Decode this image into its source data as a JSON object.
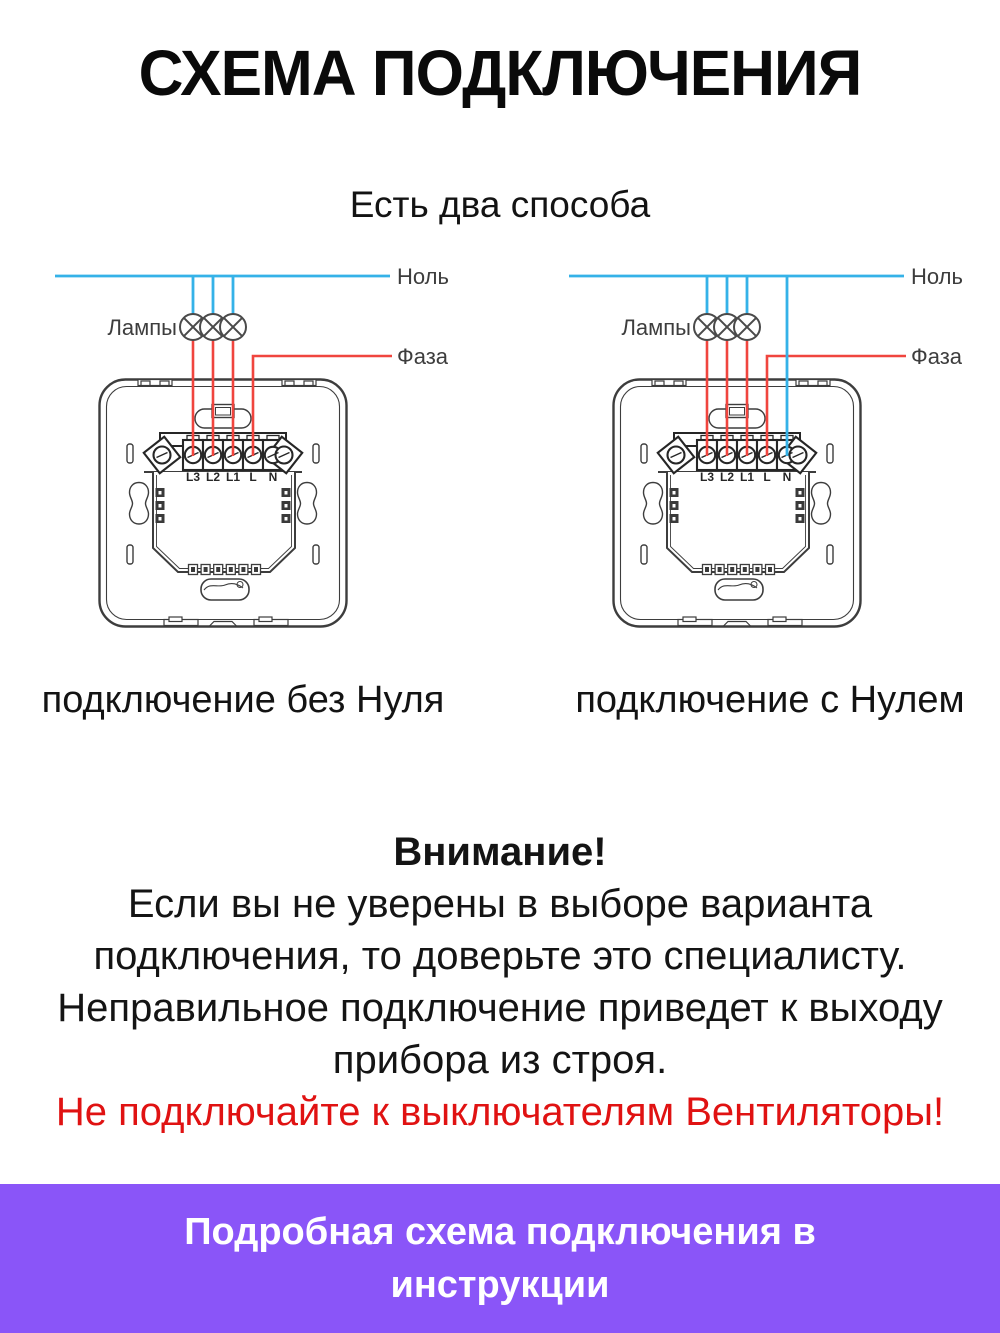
{
  "title": "СХЕМА ПОДКЛЮЧЕНИЯ",
  "subtitle": "Есть два способа",
  "colors": {
    "neutral_wire": "#35b2e8",
    "phase_wire": "#f0453e",
    "ink": "#3d3d3d",
    "ink_dark": "#262626",
    "warning_red": "#e01212",
    "footer_bg": "#8a55f8",
    "footer_text": "#ffffff",
    "text_color": "#141414"
  },
  "diagram_labels": {
    "neutral": "Ноль",
    "phase": "Фаза",
    "lamps": "Лампы",
    "terminals": [
      "L3",
      "L2",
      "L1",
      "L",
      "N"
    ]
  },
  "diagram_left": {
    "caption": "подключение без Нуля",
    "has_neutral_wire": false
  },
  "diagram_right": {
    "caption": "подключение с Нулем",
    "has_neutral_wire": true
  },
  "warning": {
    "heading": "Внимание!",
    "lines": [
      "Если вы не уверены в выборе варианта",
      "подключения, то доверьте это специалисту.",
      "Неправильное подключение приведет к выходу",
      "прибора из строя."
    ],
    "alert": "Не подключайте к выключателям Вентиляторы!"
  },
  "footer": {
    "text": "Подробная схема подключения в инструкции"
  }
}
